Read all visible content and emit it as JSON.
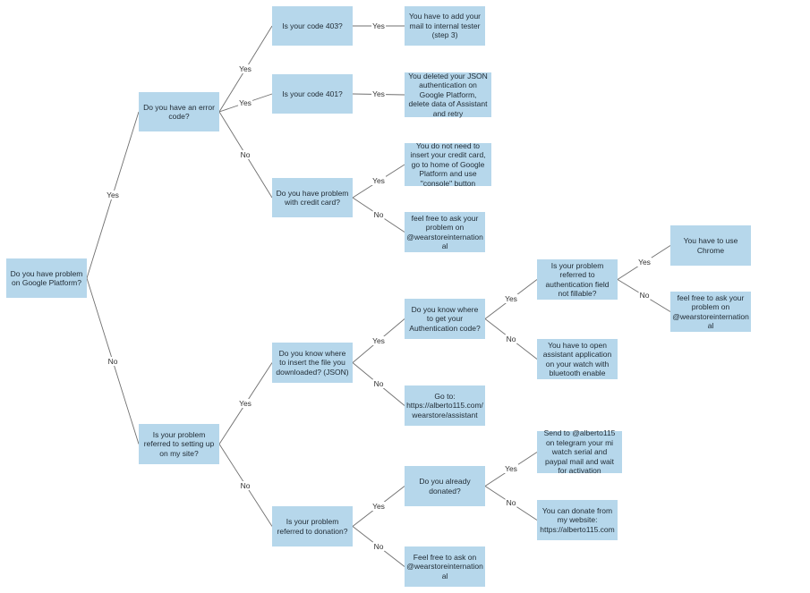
{
  "diagram": {
    "nodes": {
      "root": "Do you have problem on Google Platform?",
      "error_code": "Do you have an error code?",
      "code403": "Is your code 403?",
      "code403_answer": "You have to add your mail to internal tester (step 3)",
      "code401": "Is your code 401?",
      "code401_answer": "You deleted your JSON authentication on Google Platform, delete data of Assistant and retry",
      "credit_card": "Do you have problem with credit card?",
      "credit_yes": "You do not need to insert your credit card, go to home of Google Platform and use \"console\" button",
      "credit_no": "feel free to ask your problem on @wearstoreinternation al",
      "setting_up": "Is your problem referred to setting up on my site?",
      "insert_file": "Do you know where to insert the file you downloaded? (JSON)",
      "auth_code": "Do you know where to get your Authentication code?",
      "auth_field": "Is your problem referred to authentication field not fillable?",
      "use_chrome": "You have to use Chrome",
      "auth_field_no": "feel free to ask your problem on @wearstoreinternation al",
      "open_app": "You have to open assistant application on your watch with bluetooth enable",
      "goto_url": "Go to: https://alberto115.com/ wearstore/assistant",
      "donation": "Is your problem referred to donation?",
      "already_donated": "Do you already donated?",
      "send_telegram": "Send to @alberto115 on telegram your mi watch serial and paypal mail and wait for activation",
      "can_donate": "You can donate from my website: https://alberto115.com",
      "donation_no": "Feel free to ask on @wearstoreinternation al"
    },
    "edge_labels": {
      "root_yes": "Yes",
      "root_no": "No",
      "error_yes_403": "Yes",
      "error_yes_401": "Yes",
      "error_no": "No",
      "code403_yes": "Yes",
      "code401_yes": "Yes",
      "credit_yes": "Yes",
      "credit_no": "No",
      "setting_yes": "Yes",
      "setting_no": "No",
      "insert_yes": "Yes",
      "insert_no": "No",
      "auth_code_yes": "Yes",
      "auth_code_no": "No",
      "auth_field_yes": "Yes",
      "auth_field_no": "No",
      "donation_yes": "Yes",
      "donation_no": "No",
      "donated_yes": "Yes",
      "donated_no": "No"
    }
  }
}
